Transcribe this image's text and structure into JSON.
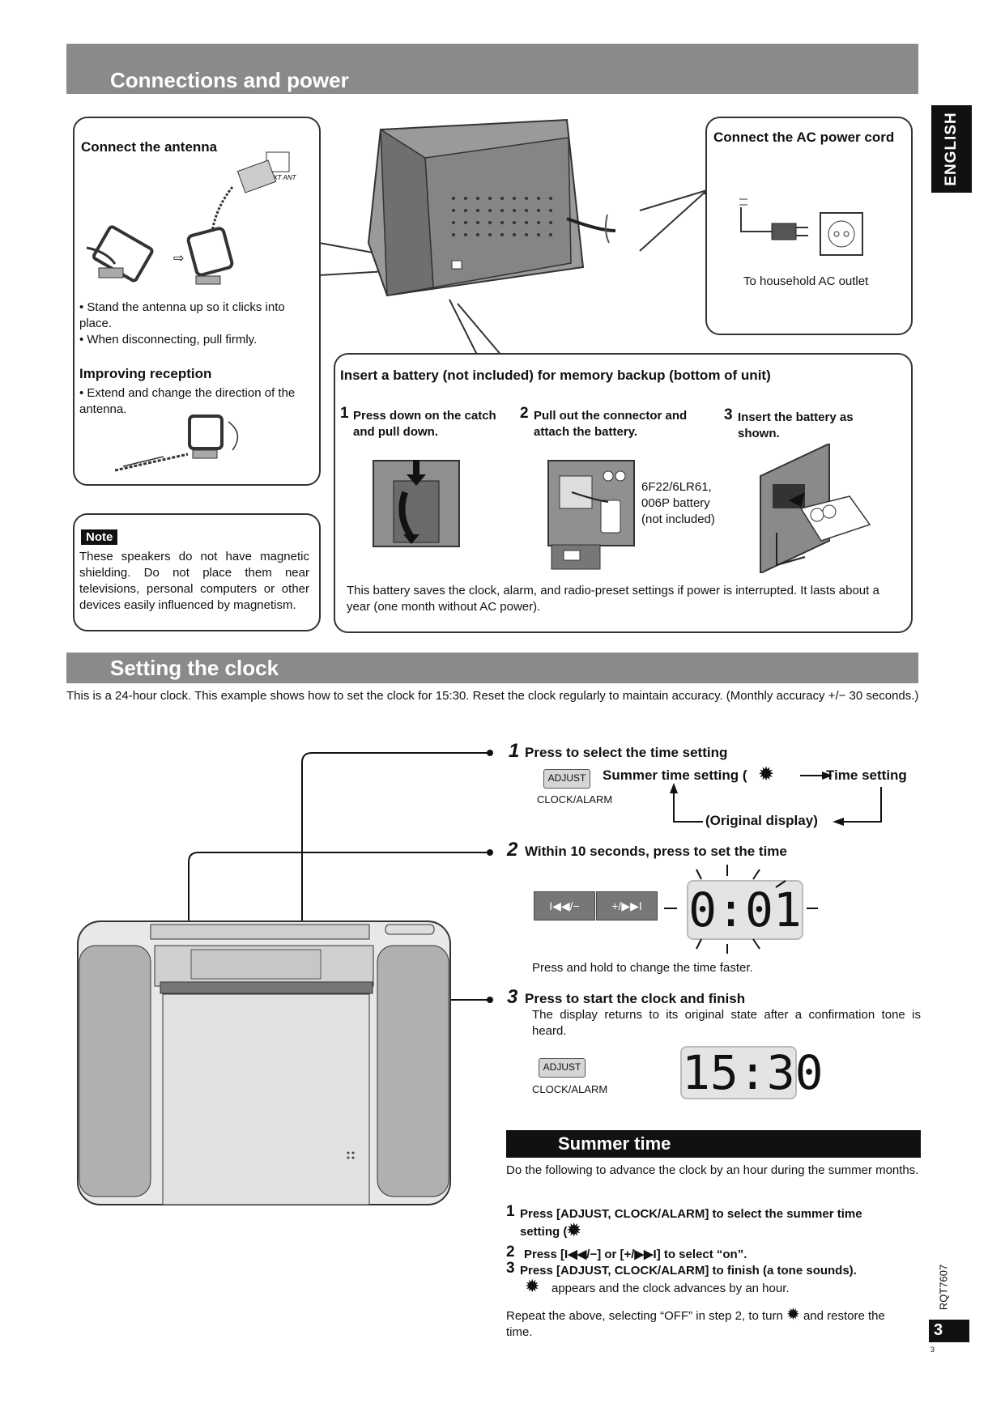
{
  "section1": {
    "title": "Connections and power"
  },
  "side_tab": {
    "label": "ENGLISH"
  },
  "antenna": {
    "title": "Connect the antenna",
    "ext_ant": "EXT ANT",
    "bullet1": "• Stand the antenna up so it clicks into place.",
    "bullet2": "• When disconnecting, pull firmly.",
    "reception_title": "Improving reception",
    "reception_bullet": "• Extend and change the direction of the antenna."
  },
  "ac": {
    "title": "Connect the AC power cord",
    "caption": "To household AC outlet"
  },
  "note": {
    "label": "Note",
    "text": "These speakers do not have magnetic shielding. Do not place them near televisions, personal computers or other devices easily influenced by magnetism."
  },
  "battery": {
    "title": "Insert a battery (not included) for memory backup (bottom of unit)",
    "step1_num": "1",
    "step1": "Press down on the catch and pull down.",
    "step2_num": "2",
    "step2": "Pull out the connector and attach the battery.",
    "step3_num": "3",
    "step3": "Insert the battery as shown.",
    "battery_label": "6F22/6LR61, 006P battery (not included)",
    "footer": "This battery saves the clock, alarm, and radio-preset settings if power is interrupted. It lasts about a year (one month without AC power)."
  },
  "section2": {
    "title": "Setting the clock",
    "intro": "This is a 24-hour clock. This example shows how to set the clock for 15:30. Reset the clock regularly to maintain accuracy. (Monthly accuracy +/− 30 seconds.)"
  },
  "clock": {
    "step1_num": "1",
    "step1": "Press to select the time setting",
    "adjust_btn": "ADJUST",
    "clock_alarm": "CLOCK/ALARM",
    "summer_setting": "Summer time setting (",
    "time_setting": "Time setting",
    "original_display": "(Original display)",
    "step2_num": "2",
    "step2": "Within 10 seconds, press to set the time",
    "btn_prev": "I◀◀/−",
    "btn_next": "+/▶▶I",
    "display1": "0:01",
    "hold_text": "Press and hold to change the time faster.",
    "step3_num": "3",
    "step3": "Press to start the clock and finish",
    "step3_text": "The display returns to its original state after a confirmation tone is heard.",
    "display2": "15:30"
  },
  "summer": {
    "title": "Summer time",
    "intro": "Do the following to advance the clock by an hour during the summer months.",
    "s1_num": "1",
    "s1": "Press [ADJUST, CLOCK/ALARM] to select the summer time setting (",
    "s2_num": "2",
    "s2": "Press [I◀◀/−] or [+/▶▶I] to select “on”.",
    "s3_num": "3",
    "s3": "Press [ADJUST, CLOCK/ALARM] to finish (a tone sounds).",
    "s3_sub": "appears and the clock advances by an hour.",
    "repeat_a": "Repeat the above, selecting “OFF” in step 2, to turn",
    "repeat_b": "and restore the time."
  },
  "footer": {
    "model": "RQT7607",
    "page": "3",
    "page_small": "3"
  }
}
